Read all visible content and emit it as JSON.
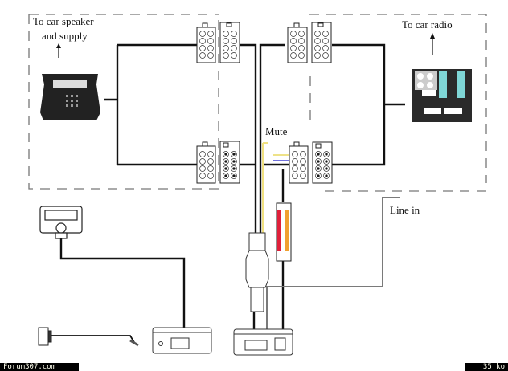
{
  "labels": {
    "speaker_line1": "To car speaker",
    "speaker_line2": "and supply",
    "radio": "To car radio",
    "mute": "Mute",
    "line_in": "Line in"
  },
  "footer": {
    "site": "Forum307.com",
    "size": "35 ko"
  },
  "colors": {
    "wire": "#111111",
    "line_in_wire": "#7a7a7a",
    "mute_wire": "#f0e080",
    "blue_wire": "#4040d0",
    "rca_red": "#e0203a",
    "rca_orange": "#f0a030",
    "radio_contacts": "#7fd6d6"
  }
}
